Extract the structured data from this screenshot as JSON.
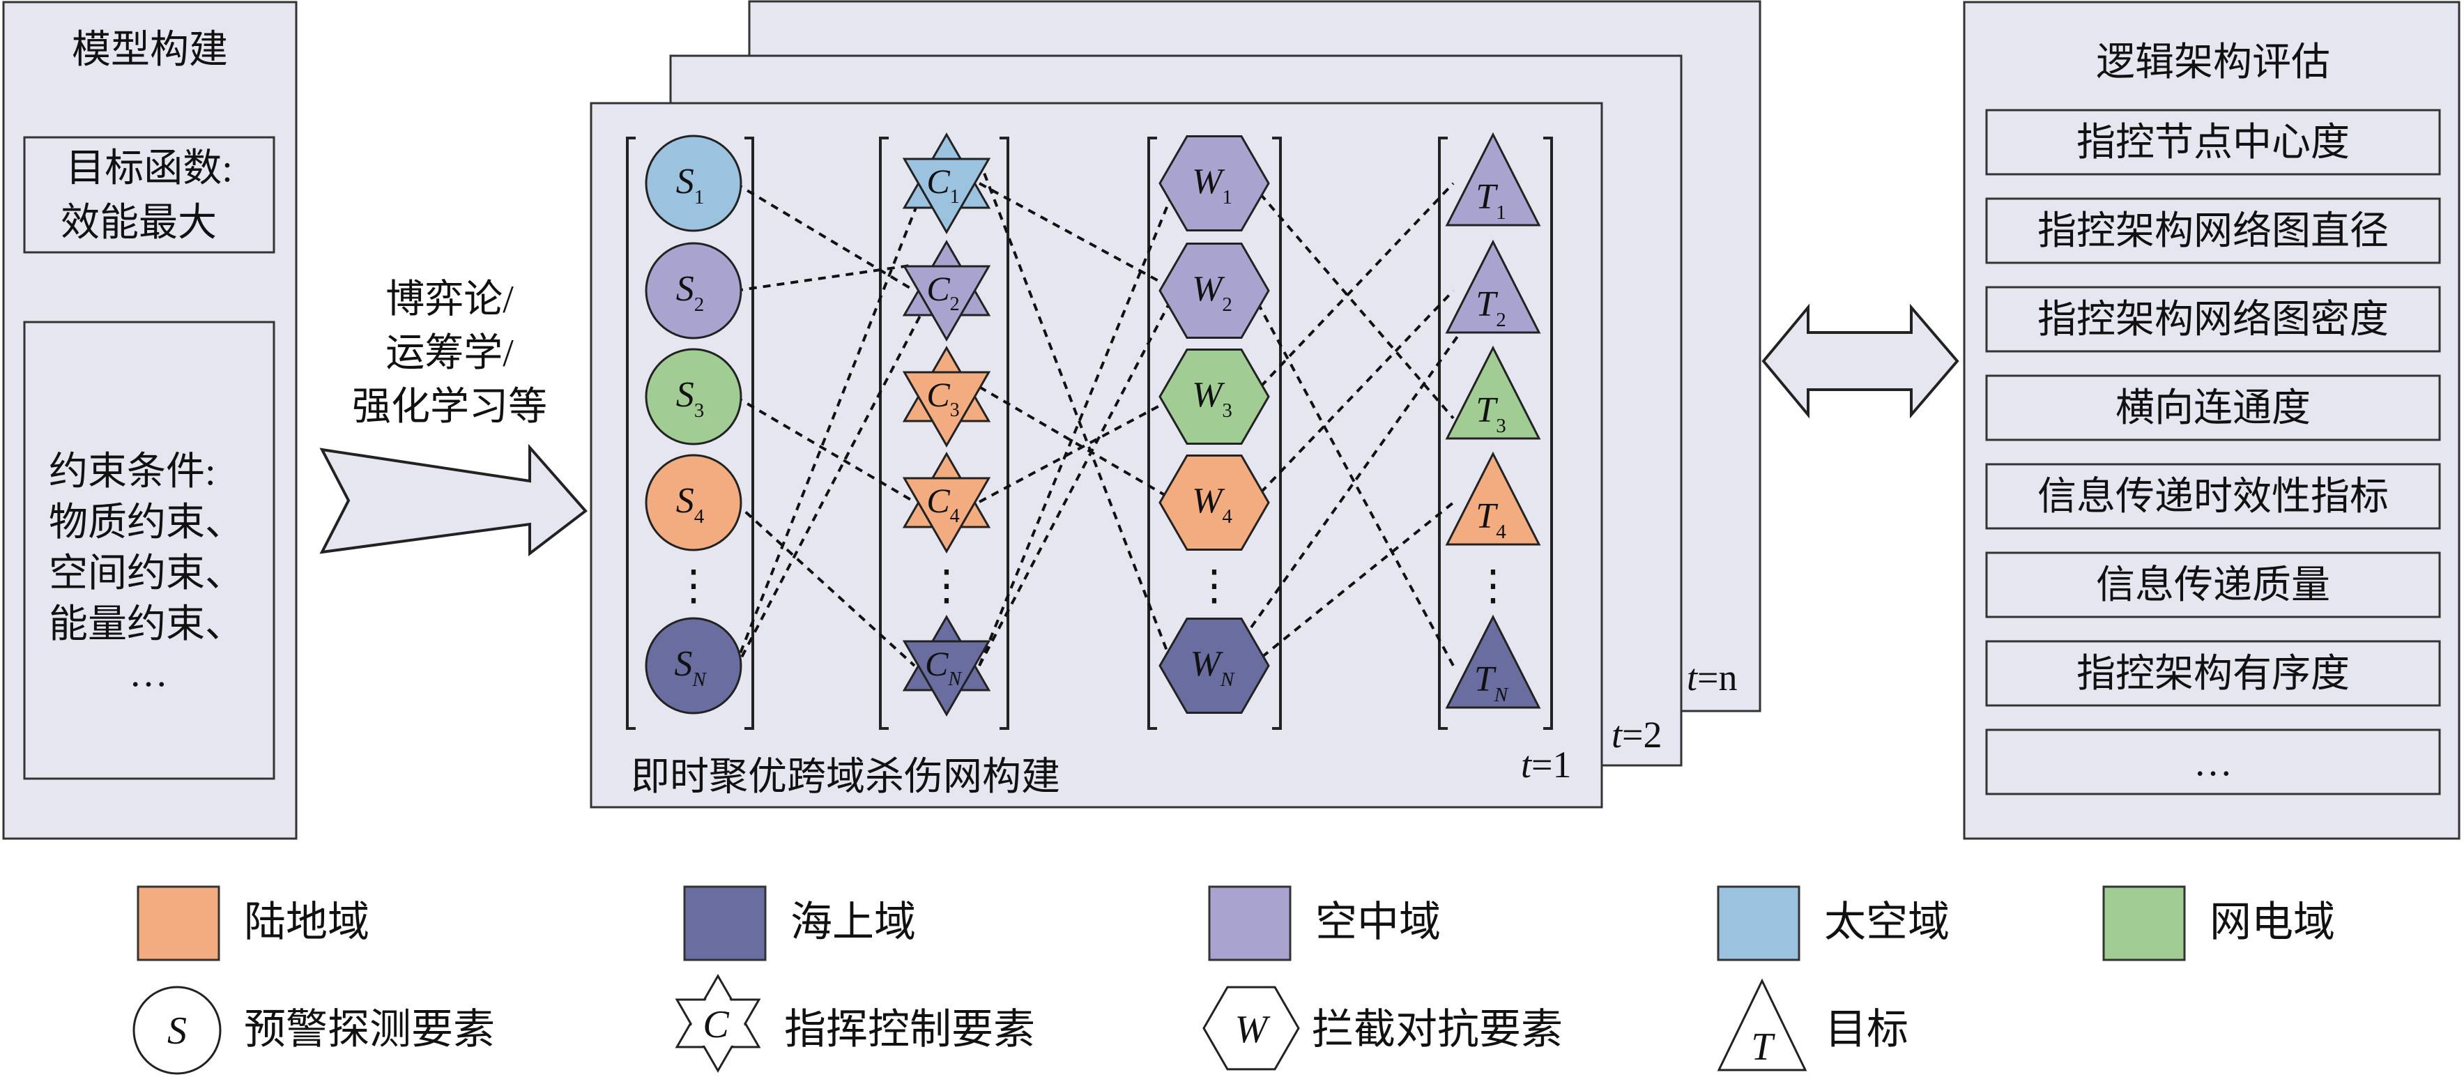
{
  "colors": {
    "land": "#F2AC80",
    "sea": "#6A6D9F",
    "air": "#A9A3CF",
    "space": "#9BC3E0",
    "cyber": "#A1CD94",
    "panel_bg": "#E6E6F0",
    "page_bg": "#FFFFFF"
  },
  "left_panel": {
    "title": "模型构建",
    "objective_line1": "目标函数:",
    "objective_line2": "效能最大",
    "constraint_lines": [
      "约束条件:",
      "物质约束、",
      "空间约束、",
      "能量约束、",
      "…"
    ]
  },
  "method_label": [
    "博弈论/",
    "运筹学/",
    "强化学习等"
  ],
  "stack": {
    "caption": "即时聚优跨域杀伤网构建",
    "time_var": "t",
    "time_labels": [
      "=1",
      "=2",
      "=n"
    ]
  },
  "columns": {
    "sensors": [
      "1",
      "2",
      "3",
      "4",
      "N"
    ],
    "commanders": [
      "1",
      "2",
      "3",
      "4",
      "N"
    ],
    "weapons": [
      "1",
      "2",
      "3",
      "4",
      "N"
    ],
    "targets": [
      "1",
      "2",
      "3",
      "4",
      "N"
    ],
    "sensor_letter": "S",
    "commander_letter": "C",
    "weapon_letter": "W",
    "target_letter": "T",
    "ellipsis": "⋮"
  },
  "right_panel": {
    "title": "逻辑架构评估",
    "items": [
      "指控节点中心度",
      "指控架构网络图直径",
      "指控架构网络图密度",
      "横向连通度",
      "信息传递时效性指标",
      "信息传递质量",
      "指控架构有序度",
      "…"
    ]
  },
  "legend": {
    "domains": [
      {
        "label": "陆地域",
        "color": "#F2AC80"
      },
      {
        "label": "海上域",
        "color": "#6A6D9F"
      },
      {
        "label": "空中域",
        "color": "#A9A3CF"
      },
      {
        "label": "太空域",
        "color": "#9BC3E0"
      },
      {
        "label": "网电域",
        "color": "#A1CD94"
      }
    ],
    "elements": [
      {
        "symbol": "S",
        "label": "预警探测要素"
      },
      {
        "symbol": "C",
        "label": "指挥控制要素"
      },
      {
        "symbol": "W",
        "label": "拦截对抗要素"
      },
      {
        "symbol": "T",
        "label": "目标"
      }
    ]
  }
}
